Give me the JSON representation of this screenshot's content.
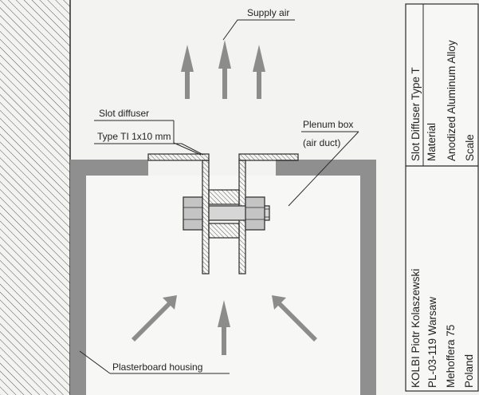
{
  "labels": {
    "supply_air": "Supply air",
    "slot_diffuser": "Slot diffuser",
    "type": "Type TI 1x10 mm",
    "plenum_box": "Plenum box",
    "air_duct": "(air duct)",
    "plasterboard": "Plasterboard housing"
  },
  "title_block": {
    "product": "Slot Diffuser Type T",
    "material_label": "Material",
    "material_value": "Anodized Aluminum Alloy",
    "scale_label": "Scale",
    "company": "KOLBI Piotr Kolaszewski",
    "address1": "PL-03-119 Warsaw",
    "address2": "Mehoffera 75",
    "country": "Poland"
  },
  "colors": {
    "housing_gray": "#8f8f8f",
    "arrow_gray": "#8c8c8c",
    "line": "#2a2a2a",
    "bolt_fill": "#c4c4c4"
  }
}
